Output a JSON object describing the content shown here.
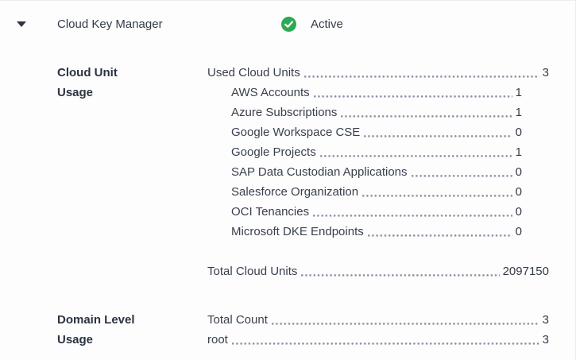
{
  "header": {
    "title": "Cloud Key Manager",
    "status_label": "Active",
    "status_color": "#2caa53"
  },
  "sections": [
    {
      "id": "cloud-unit-usage",
      "label": "Cloud Unit Usage",
      "groups": [
        {
          "rows": [
            {
              "label": "Used Cloud Units",
              "value": "3",
              "indent": false
            },
            {
              "label": "AWS Accounts",
              "value": "1",
              "indent": true
            },
            {
              "label": "Azure Subscriptions",
              "value": "1",
              "indent": true
            },
            {
              "label": "Google Workspace CSE",
              "value": "0",
              "indent": true
            },
            {
              "label": "Google Projects",
              "value": "1",
              "indent": true
            },
            {
              "label": "SAP Data Custodian Applications",
              "value": "0",
              "indent": true
            },
            {
              "label": "Salesforce Organization",
              "value": "0",
              "indent": true
            },
            {
              "label": "OCI Tenancies",
              "value": "0",
              "indent": true
            },
            {
              "label": "Microsoft DKE Endpoints",
              "value": "0",
              "indent": true
            }
          ]
        },
        {
          "rows": [
            {
              "label": "Total Cloud Units",
              "value": "2097150",
              "indent": false
            }
          ]
        }
      ]
    },
    {
      "id": "domain-level-usage",
      "label": "Domain Level Usage",
      "groups": [
        {
          "rows": [
            {
              "label": "Total Count",
              "value": "3",
              "indent": false
            },
            {
              "label": "root",
              "value": "3",
              "indent": false
            }
          ]
        }
      ]
    }
  ]
}
